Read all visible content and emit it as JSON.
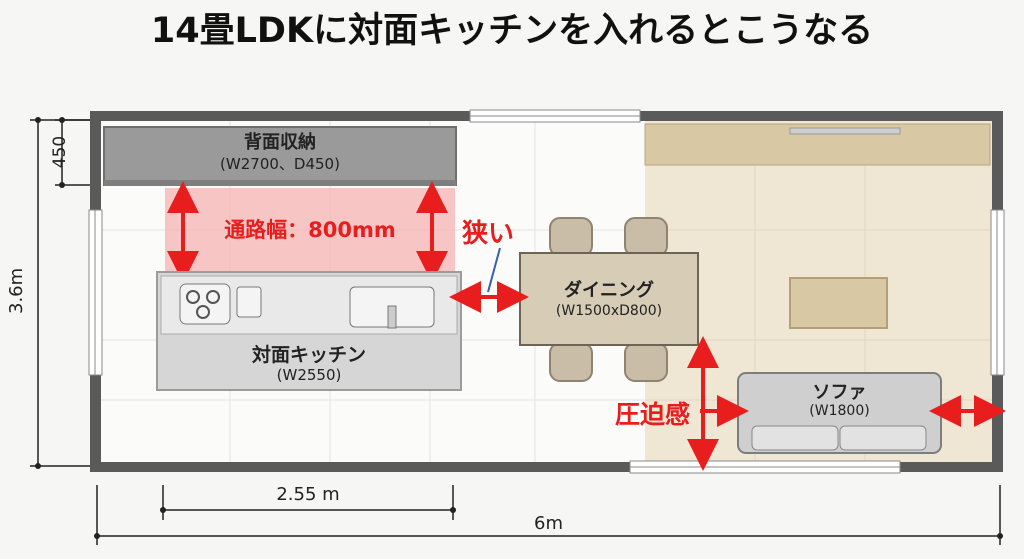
{
  "title": "14畳LDKに対面キッチンを入れるとこうなる",
  "rear_storage": {
    "name": "背面収納",
    "size": "(W2700、D450)"
  },
  "passage": {
    "label": "通路幅：800mm"
  },
  "narrow_label": "狭い",
  "dining": {
    "name": "ダイニング",
    "size": "(W1500xD800)"
  },
  "kitchen": {
    "name": "対面キッチン",
    "size": "(W2550)"
  },
  "pressure_label": "圧迫感",
  "sofa": {
    "name": "ソファ",
    "size": "(W1800)"
  },
  "dimensions": {
    "depth": "450",
    "height": "3.6m",
    "kitchen_width": "2.55 m",
    "total_width": "6m"
  },
  "colors": {
    "wall": "#5a5a5a",
    "accent_red": "#e81e1e",
    "floor_living": "#ede3cf",
    "storage": "#9a9a9a"
  }
}
